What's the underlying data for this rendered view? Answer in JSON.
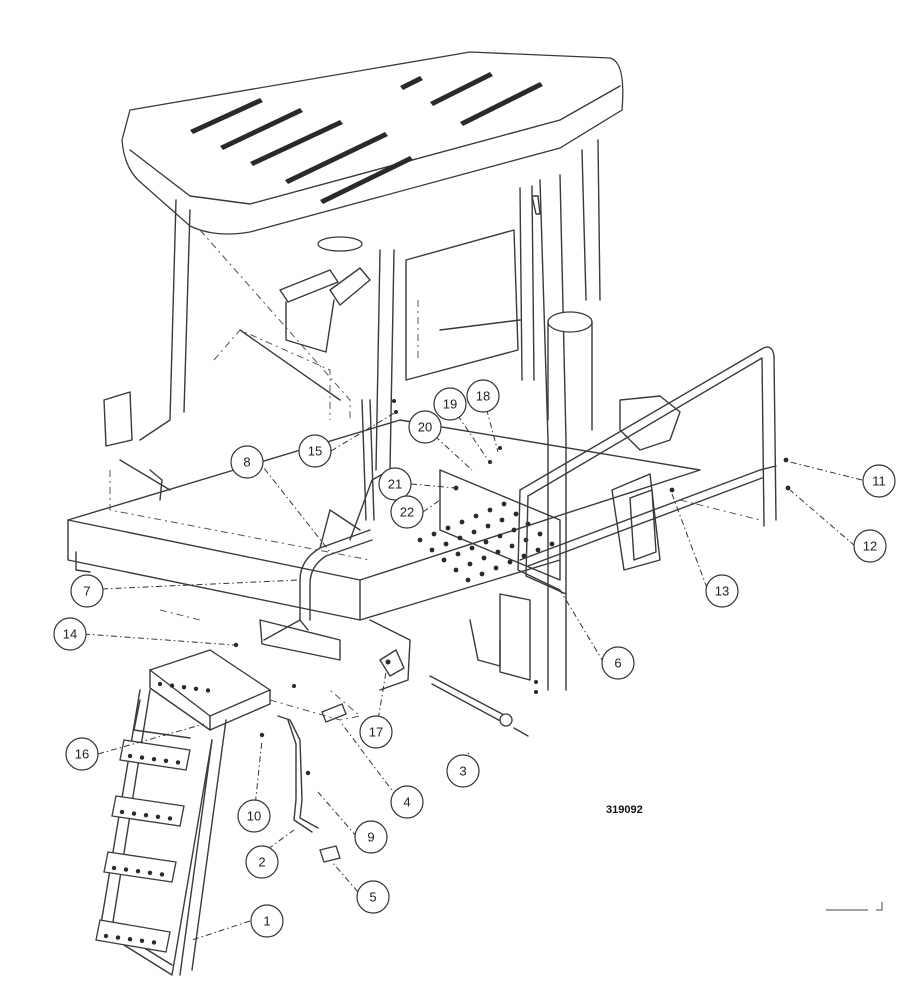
{
  "drawing": {
    "number": "319092"
  },
  "callouts": [
    {
      "id": "c1",
      "label": "1"
    },
    {
      "id": "c2",
      "label": "2"
    },
    {
      "id": "c3",
      "label": "3"
    },
    {
      "id": "c4",
      "label": "4"
    },
    {
      "id": "c5",
      "label": "5"
    },
    {
      "id": "c6",
      "label": "6"
    },
    {
      "id": "c7",
      "label": "7"
    },
    {
      "id": "c8",
      "label": "8"
    },
    {
      "id": "c9",
      "label": "9"
    },
    {
      "id": "c10",
      "label": "10"
    },
    {
      "id": "c11",
      "label": "11"
    },
    {
      "id": "c12",
      "label": "12"
    },
    {
      "id": "c13",
      "label": "13"
    },
    {
      "id": "c14",
      "label": "14"
    },
    {
      "id": "c15",
      "label": "15"
    },
    {
      "id": "c16",
      "label": "16"
    },
    {
      "id": "c17",
      "label": "17"
    },
    {
      "id": "c18",
      "label": "18"
    },
    {
      "id": "c19",
      "label": "19"
    },
    {
      "id": "c20",
      "label": "20"
    },
    {
      "id": "c21",
      "label": "21"
    },
    {
      "id": "c22",
      "label": "22"
    }
  ]
}
